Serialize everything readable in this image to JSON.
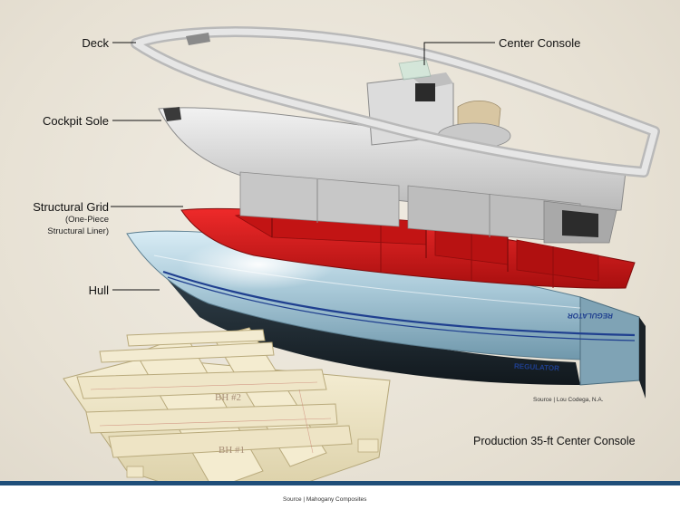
{
  "labels": {
    "deck": "Deck",
    "center_console": "Center Console",
    "cockpit_sole": "Cockpit Sole",
    "structural_grid": "Structural Grid",
    "structural_grid_sub_1": "(One-Piece",
    "structural_grid_sub_2": "Structural Liner)",
    "hull": "Hull"
  },
  "hull_brand_side": "REGULATOR",
  "hull_brand_transom": "REGULATOR",
  "grid_labels": {
    "bh2": "BH #2",
    "bh1": "BH #1"
  },
  "credits": {
    "illustration": "Source | Lou Codega, N.A.",
    "photo": "Source | Mahogany Composites"
  },
  "caption": "Production 35-ft Center Console",
  "colors": {
    "grid_red": "#d91a1a",
    "hull_blue": "#a9c9d8",
    "stripe_blue": "#1f3f8f",
    "deck_gray": "#d9d9d9",
    "rule_blue": "#1f4e79",
    "composite_cream": "#efe6c8"
  }
}
